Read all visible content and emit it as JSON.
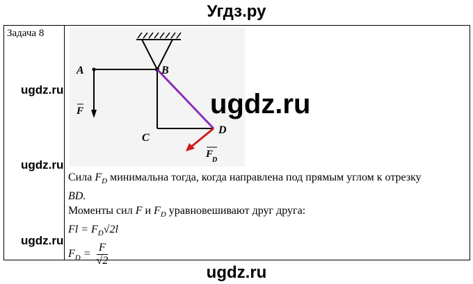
{
  "header": {
    "title": "Угдз.ру"
  },
  "footer": {
    "watermark": "ugdz.ru"
  },
  "task": {
    "label": "Задача 8"
  },
  "watermarks": {
    "side1": "ugdz.ru",
    "side2": "ugdz.ru",
    "side3": "ugdz.ru",
    "center": "ugdz.ru"
  },
  "diagram": {
    "label_a": "A",
    "label_b": "B",
    "label_c": "C",
    "label_d": "D",
    "force_f": "F",
    "force_fd": "F",
    "force_fd_sub": "D",
    "colors": {
      "bar_bd": "#8a2bb8",
      "force_fd": "#d11a1a",
      "line": "#000000"
    }
  },
  "solution": {
    "line1_pre": "Сила ",
    "line1_sym": "F",
    "line1_sub": "D",
    "line1_post": " минимальна тогда, когда направлена под прямым углом к отрезку",
    "line2": "BD.",
    "line3_pre": "Моменты сил ",
    "line3_f": "F",
    "line3_mid": " и ",
    "line3_fd": "F",
    "line3_fd_sub": "D",
    "line3_post": " уравновешивают друг друга:",
    "eq1_lhs": "Fl = F",
    "eq1_sub": "D",
    "eq1_rhs": "√2l",
    "eq2_lhs": "F",
    "eq2_sub": "D",
    "eq2_eq": " = ",
    "eq2_num": "F",
    "eq2_den": "√2"
  }
}
